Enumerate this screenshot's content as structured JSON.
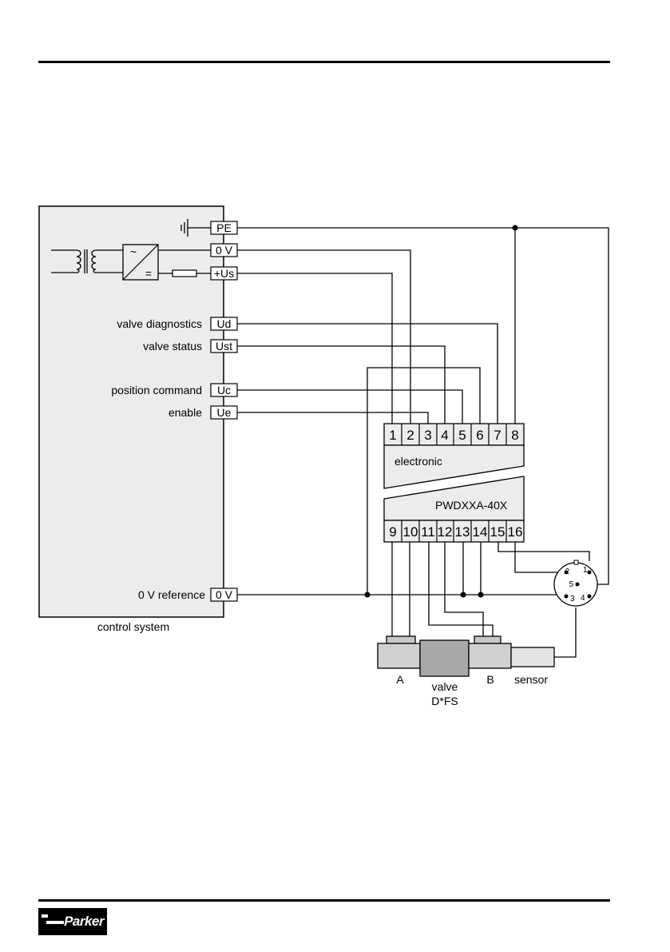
{
  "control_system": {
    "caption": "control system",
    "terminals": [
      "PE",
      "0 V",
      "+Us",
      "Ud",
      "Ust",
      "Uc",
      "Ue",
      "0 V"
    ],
    "signals": {
      "valve_diagnostics": "valve diagnostics",
      "valve_status": "valve status",
      "position_command": "position command",
      "enable": "enable",
      "zero_v_reference": "0 V reference"
    },
    "converter": {
      "ac": "~",
      "dc": "="
    }
  },
  "module": {
    "top_pins": [
      "1",
      "2",
      "3",
      "4",
      "5",
      "6",
      "7",
      "8"
    ],
    "electronic_label": "electronic",
    "model": "PWDXXA-40X",
    "bottom_pins": [
      "9",
      "10",
      "11",
      "12",
      "13",
      "14",
      "15",
      "16"
    ]
  },
  "connector": {
    "pins": [
      "2",
      "1",
      "5",
      "3",
      "4"
    ]
  },
  "valve": {
    "port_a": "A",
    "valve_line1": "valve",
    "valve_line2": "D*FS",
    "port_b": "B",
    "sensor": "sensor"
  },
  "footer": {
    "logo_text": "Parker"
  }
}
